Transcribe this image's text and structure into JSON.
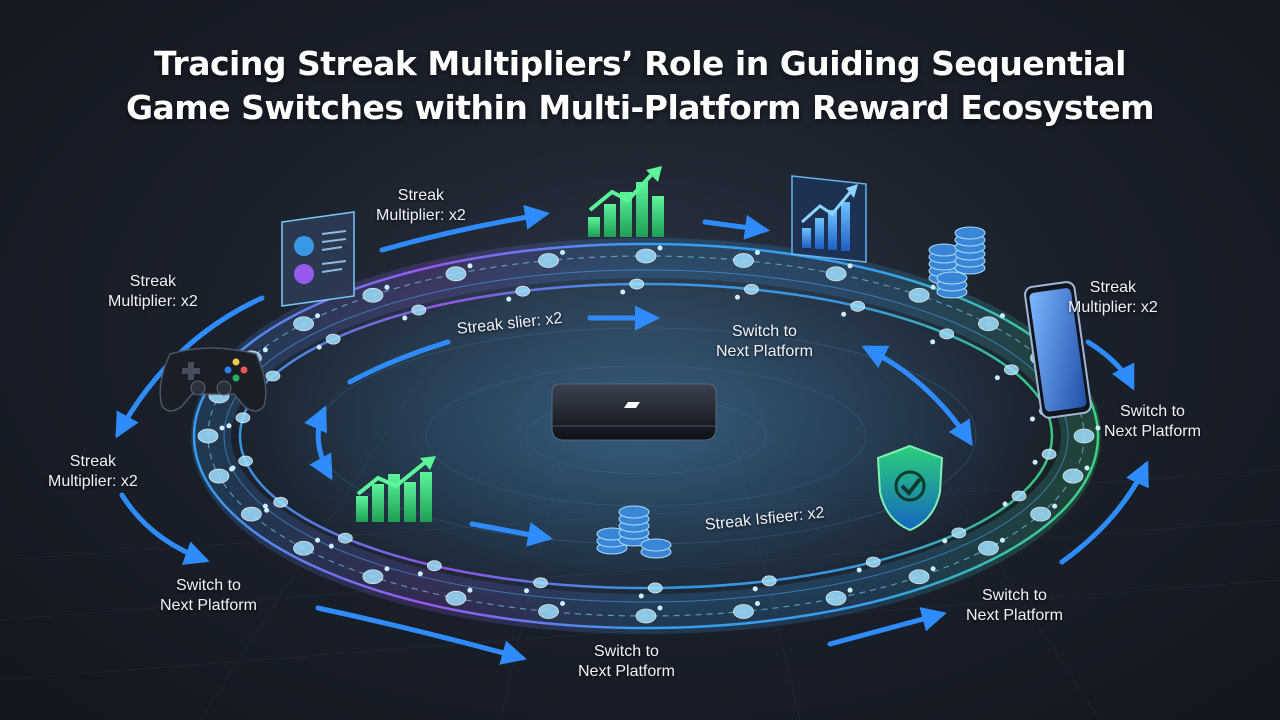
{
  "title": {
    "line1": "Tracing Streak Multipliers’ Role in Guiding Sequential",
    "line2": "Game Switches within Multi-Platform Reward Ecosystem"
  },
  "labels": {
    "streak_top": {
      "line1": "Streak",
      "line2": "Multiplier: x2"
    },
    "streak_left": {
      "line1": "Streak",
      "line2": "Multiplier: x2"
    },
    "streak_right": {
      "line1": "Streak",
      "line2": "Multiplier: x2"
    },
    "streak_lower_left": {
      "line1": "Streak",
      "line2": "Multiplier: x2"
    },
    "streak_inner_top": "Streak slier: x2",
    "streak_inner_bottom": "Streak Isfieer: x2",
    "switch_inner_top": {
      "line1": "Switch to",
      "line2": "Next Platform"
    },
    "switch_right": {
      "line1": "Switch to",
      "line2": "Next Platform"
    },
    "switch_bottom_left": {
      "line1": "Switch to",
      "line2": "Next Platform"
    },
    "switch_bottom_center": {
      "line1": "Switch to",
      "line2": "Next Platform"
    },
    "switch_bottom_right": {
      "line1": "Switch to",
      "line2": "Next Platform"
    }
  },
  "colors": {
    "arrow_blue": "#2f8cff",
    "ring_blue": "#3aa8ff",
    "ring_purple": "#a35cff",
    "ring_green": "#3ee58a",
    "node_fill": "#9fe0ff"
  },
  "icons": [
    "game-controller-icon",
    "mobile-phone-icon",
    "tablet-app-icon",
    "coin-stack-icon",
    "growth-chart-icon",
    "shield-check-icon",
    "streaming-box-icon"
  ]
}
